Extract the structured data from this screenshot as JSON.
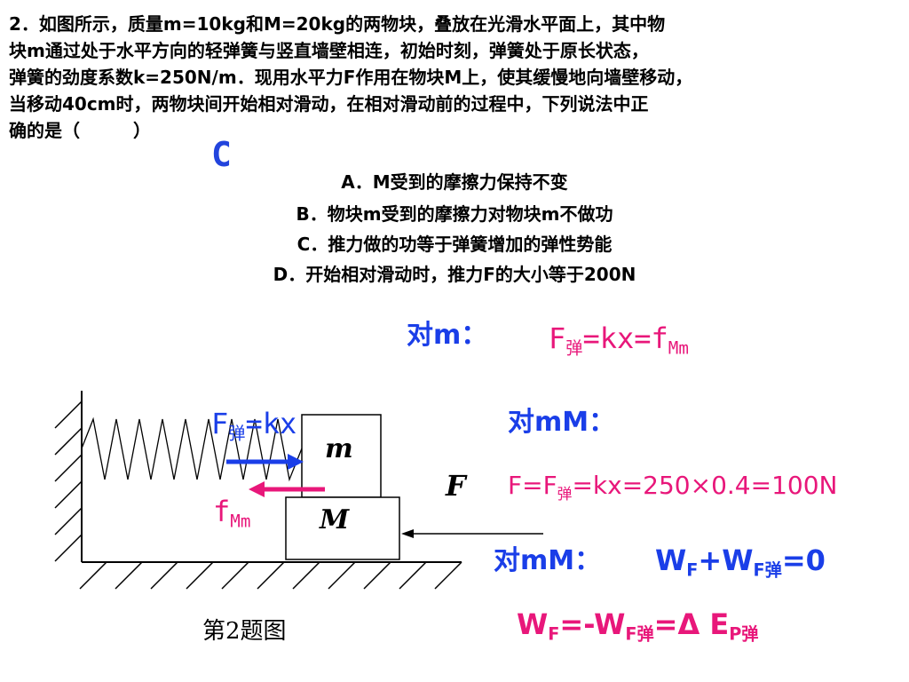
{
  "question": {
    "lines": [
      "2．如图所示，质量m=10kg和M=20kg的两物块，叠放在光滑水平面上，其中物",
      "块m通过处于水平方向的轻弹簧与竖直墙壁相连，初始时刻，弹簧处于原长状态，",
      "弹簧的劲度系数k=250N/m．现用水平力F作用在物块M上，使其缓慢地向墙壁移动，",
      "当移动40cm时，两物块间开始相对滑动，在相对滑动前的过程中，下列说法中正",
      "确的是（　　　）"
    ],
    "answer": "C",
    "options": [
      "A．M受到的摩擦力保持不变",
      "B．物块m受到的摩擦力对物块m不做功",
      "C．推力做的功等于弹簧增加的弹性势能",
      "D．开始相对滑动时，推力F的大小等于200N"
    ]
  },
  "figure": {
    "spring_label": {
      "F": "F",
      "sub": "弹",
      "rest": "=kx"
    },
    "friction_label": {
      "f": "f",
      "sub": "Mm"
    },
    "block_small": "m",
    "block_large": "M",
    "force": "F",
    "caption": "第2题图"
  },
  "analysis": {
    "for_m_label": {
      "pre": "对",
      "name": "m",
      "post": "："
    },
    "for_m_eq": {
      "a": "F",
      "a_sub": "弹",
      "mid": "=kx=f",
      "b_sub": "Mm"
    },
    "for_mM_label_1": {
      "pre": "对",
      "name": "mM",
      "post": "："
    },
    "for_mM_eq": {
      "a": "F=F",
      "a_sub": "弹",
      "rest": "=kx=250×0.4=100N"
    },
    "for_mM_label_2": {
      "pre": "对",
      "name": "mM",
      "post": "："
    },
    "work_eq_1": {
      "a": "W",
      "a_sub": "F",
      "mid": "+W",
      "b_sub": "F弹",
      "rest": "=0"
    },
    "work_eq_2": {
      "a": "W",
      "a_sub": "F",
      "mid": "=-W",
      "b_sub": "F弹",
      "rest": "=Δ E",
      "c_sub": "P弹"
    }
  },
  "colors": {
    "pink": "#e8177a",
    "blue": "#1a3ee8",
    "answer": "#2244dd"
  }
}
